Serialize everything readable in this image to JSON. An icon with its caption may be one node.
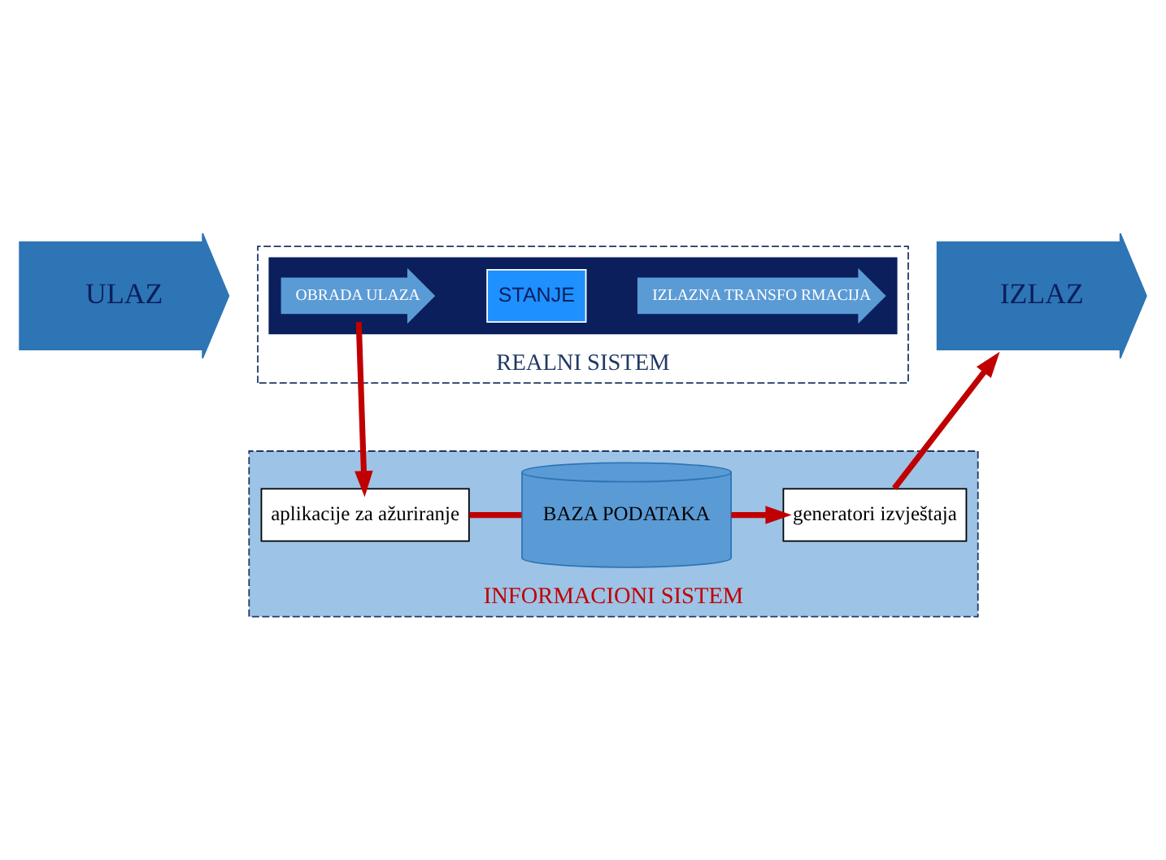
{
  "diagram": {
    "nodes": [
      {
        "text": [
          "REALNI SISTEM"
        ]
      },
      {
        "text": [],
        "shape": "box",
        "in": 0
      },
      {
        "text": [
          "OBRADA ULAZA"
        ],
        "in": 1
      },
      {
        "text": [
          "STANJE"
        ],
        "in": 1
      },
      {
        "text": [
          "IZLAZNA TRANSFO RMACIJA"
        ],
        "in": 1
      },
      {
        "text": [
          "ULAZ"
        ]
      },
      {
        "text": [
          "IZLAZ"
        ]
      },
      {
        "text": [
          "INFORMACIONI SISTEM"
        ]
      },
      {
        "text": [
          "aplikacije za ažuriranje"
        ],
        "in": 7
      },
      {
        "text": [
          "BAZA PODATAKA"
        ],
        "in": 7
      },
      {
        "text": [
          "generatori izvještaja"
        ],
        "in": 7
      }
    ],
    "edges": [
      {
        "from": 2,
        "to": 8,
        "arrow": "to"
      },
      {
        "from": 8,
        "to": 9,
        "arrow": "none"
      },
      {
        "from": 9,
        "to": 10,
        "arrow": "to"
      },
      {
        "from": 10,
        "to": 6,
        "arrow": "to"
      }
    ]
  }
}
